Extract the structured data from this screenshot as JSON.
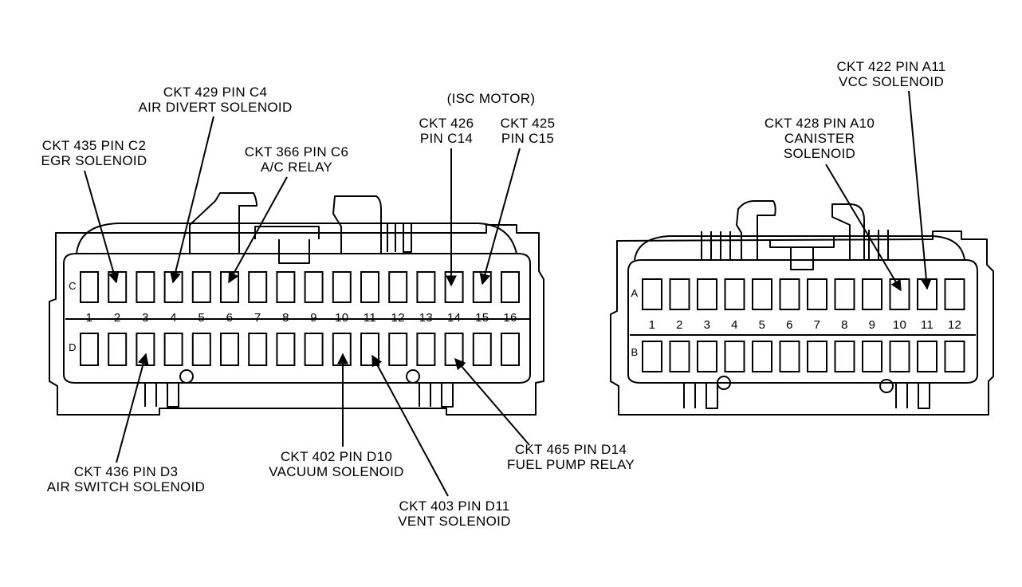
{
  "labels": {
    "c2": [
      "CKT 435 PIN C2",
      "EGR SOLENOID"
    ],
    "c4": [
      "CKT 429 PIN C4",
      "AIR DIVERT SOLENOID"
    ],
    "c6": [
      "CKT 366 PIN C6",
      "A/C RELAY"
    ],
    "isc": "(ISC MOTOR)",
    "c14": [
      "CKT 426",
      "PIN C14"
    ],
    "c15": [
      "CKT 425",
      "PIN C15"
    ],
    "a11": [
      "CKT 422 PIN A11",
      "VCC SOLENOID"
    ],
    "a10": [
      "CKT 428 PIN A10",
      "CANISTER",
      "SOLENOID"
    ],
    "d3": [
      "CKT 436 PIN D3",
      "AIR SWITCH SOLENOID"
    ],
    "d10": [
      "CKT 402 PIN D10",
      "VACUUM SOLENOID"
    ],
    "d11": [
      "CKT 403 PIN D11",
      "VENT SOLENOID"
    ],
    "d14": [
      "CKT 465 PIN D14",
      "FUEL PUMP RELAY"
    ]
  },
  "left_connector": {
    "rows": [
      "C",
      "D"
    ],
    "pin_numbers": [
      "1",
      "2",
      "3",
      "4",
      "5",
      "6",
      "7",
      "8",
      "9",
      "10",
      "11",
      "12",
      "13",
      "14",
      "15",
      "16"
    ]
  },
  "right_connector": {
    "rows": [
      "A",
      "B"
    ],
    "pin_numbers": [
      "1",
      "2",
      "3",
      "4",
      "5",
      "6",
      "7",
      "8",
      "9",
      "10",
      "11",
      "12"
    ]
  }
}
